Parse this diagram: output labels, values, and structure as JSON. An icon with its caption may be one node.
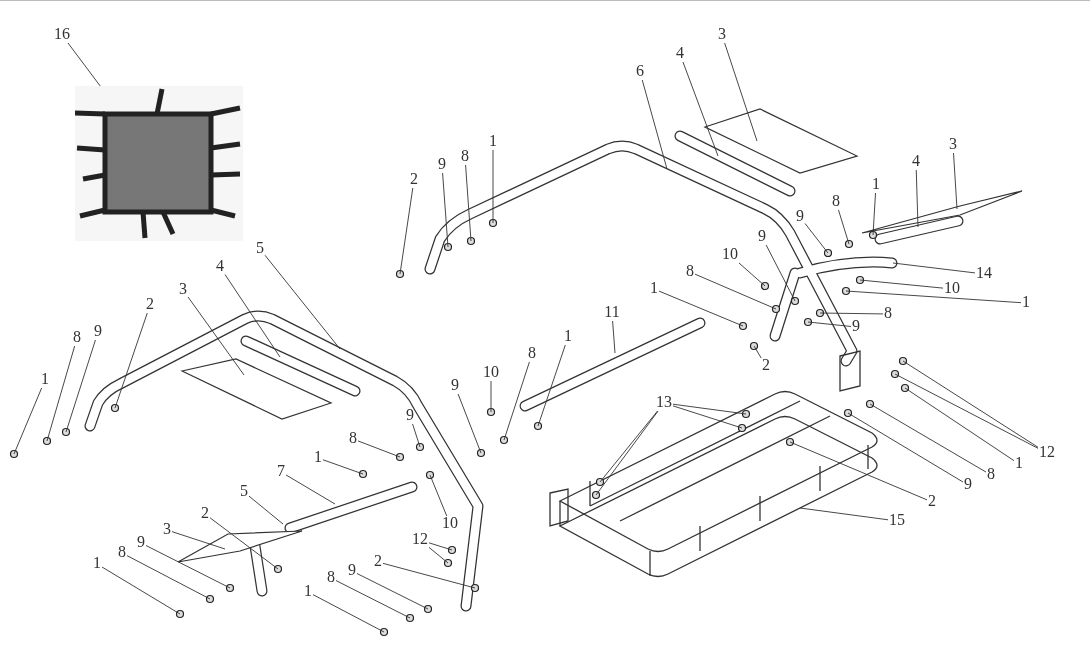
{
  "diagram": {
    "nodes": [
      {
        "text": [
          "16"
        ]
      },
      {
        "text": [],
        "shape": "picture"
      },
      {
        "text": [
          "2"
        ]
      },
      {
        "text": [
          "9"
        ]
      },
      {
        "text": [
          "8"
        ]
      },
      {
        "text": [
          "1"
        ]
      },
      {
        "text": [
          "6"
        ]
      },
      {
        "text": [
          "4"
        ]
      },
      {
        "text": [
          "3"
        ]
      },
      {
        "text": [
          "3"
        ]
      },
      {
        "text": [
          "4"
        ]
      },
      {
        "text": [
          "1"
        ]
      },
      {
        "text": [
          "8"
        ]
      },
      {
        "text": [
          "9"
        ]
      },
      {
        "text": [
          "14"
        ]
      },
      {
        "text": [
          "9"
        ]
      },
      {
        "text": [
          "10"
        ]
      },
      {
        "text": [
          "10"
        ]
      },
      {
        "text": [
          "1"
        ]
      },
      {
        "text": [
          "8"
        ]
      },
      {
        "text": [
          "8"
        ]
      },
      {
        "text": [
          "1"
        ]
      },
      {
        "text": [
          "9"
        ]
      },
      {
        "text": [
          "11"
        ]
      },
      {
        "text": [
          "2"
        ]
      },
      {
        "text": [
          "5"
        ]
      },
      {
        "text": [
          "4"
        ]
      },
      {
        "text": [
          "3"
        ]
      },
      {
        "text": [
          "2"
        ]
      },
      {
        "text": [
          "1"
        ]
      },
      {
        "text": [
          "8"
        ]
      },
      {
        "text": [
          "9"
        ]
      },
      {
        "text": [
          "10"
        ]
      },
      {
        "text": [
          "9"
        ]
      },
      {
        "text": [
          "8"
        ]
      },
      {
        "text": [
          "1"
        ]
      },
      {
        "text": [
          "9"
        ]
      },
      {
        "text": [
          "8"
        ]
      },
      {
        "text": [
          "1"
        ]
      },
      {
        "text": [
          "7"
        ]
      },
      {
        "text": [
          "10"
        ]
      },
      {
        "text": [
          "13"
        ]
      },
      {
        "text": [
          "12"
        ]
      },
      {
        "text": [
          "1"
        ]
      },
      {
        "text": [
          "8"
        ]
      },
      {
        "text": [
          "9"
        ]
      },
      {
        "text": [
          "2"
        ]
      },
      {
        "text": [
          "15"
        ]
      },
      {
        "text": [
          "5"
        ]
      },
      {
        "text": [
          "2"
        ]
      },
      {
        "text": [
          "3"
        ]
      },
      {
        "text": [
          "12"
        ]
      },
      {
        "text": [
          "2"
        ]
      },
      {
        "text": [
          "9"
        ]
      },
      {
        "text": [
          "8"
        ]
      },
      {
        "text": [
          "1"
        ]
      },
      {
        "text": [
          "9"
        ]
      },
      {
        "text": [
          "8"
        ]
      },
      {
        "text": [
          "1"
        ]
      }
    ],
    "edges": [
      {
        "from": 0,
        "to": 1,
        "arrow": "none"
      },
      {
        "from": 2,
        "to": null,
        "arrow": "none"
      },
      {
        "from": 3,
        "to": null,
        "arrow": "none"
      },
      {
        "from": 4,
        "to": null,
        "arrow": "none"
      },
      {
        "from": 5,
        "to": null,
        "arrow": "none"
      },
      {
        "from": 6,
        "to": null,
        "arrow": "none"
      },
      {
        "from": 7,
        "to": null,
        "arrow": "none"
      },
      {
        "from": 8,
        "to": null,
        "arrow": "none"
      },
      {
        "from": 9,
        "to": null,
        "arrow": "none"
      },
      {
        "from": 10,
        "to": null,
        "arrow": "none"
      },
      {
        "from": 11,
        "to": null,
        "arrow": "none"
      },
      {
        "from": 12,
        "to": null,
        "arrow": "none"
      },
      {
        "from": 13,
        "to": null,
        "arrow": "none"
      },
      {
        "from": 14,
        "to": null,
        "arrow": "none"
      },
      {
        "from": 15,
        "to": null,
        "arrow": "none"
      },
      {
        "from": 16,
        "to": null,
        "arrow": "none"
      },
      {
        "from": 17,
        "to": null,
        "arrow": "none"
      },
      {
        "from": 18,
        "to": null,
        "arrow": "none"
      },
      {
        "from": 19,
        "to": null,
        "arrow": "none"
      },
      {
        "from": 20,
        "to": null,
        "arrow": "none"
      },
      {
        "from": 21,
        "to": null,
        "arrow": "none"
      },
      {
        "from": 22,
        "to": null,
        "arrow": "none"
      },
      {
        "from": 23,
        "to": null,
        "arrow": "none"
      },
      {
        "from": 24,
        "to": null,
        "arrow": "none"
      },
      {
        "from": 25,
        "to": null,
        "arrow": "none"
      },
      {
        "from": 26,
        "to": null,
        "arrow": "none"
      },
      {
        "from": 27,
        "to": null,
        "arrow": "none"
      },
      {
        "from": 28,
        "to": null,
        "arrow": "none"
      },
      {
        "from": 29,
        "to": null,
        "arrow": "none"
      },
      {
        "from": 30,
        "to": null,
        "arrow": "none"
      },
      {
        "from": 31,
        "to": null,
        "arrow": "none"
      },
      {
        "from": 32,
        "to": null,
        "arrow": "none"
      },
      {
        "from": 33,
        "to": null,
        "arrow": "none"
      },
      {
        "from": 34,
        "to": null,
        "arrow": "none"
      },
      {
        "from": 35,
        "to": null,
        "arrow": "none"
      },
      {
        "from": 36,
        "to": null,
        "arrow": "none"
      },
      {
        "from": 37,
        "to": null,
        "arrow": "none"
      },
      {
        "from": 38,
        "to": null,
        "arrow": "none"
      },
      {
        "from": 39,
        "to": null,
        "arrow": "none"
      },
      {
        "from": 40,
        "to": null,
        "arrow": "none"
      },
      {
        "from": 41,
        "to": null,
        "arrow": "none"
      },
      {
        "from": 41,
        "to": null,
        "arrow": "none"
      },
      {
        "from": 41,
        "to": null,
        "arrow": "none"
      },
      {
        "from": 41,
        "to": null,
        "arrow": "none"
      },
      {
        "from": 42,
        "to": null,
        "arrow": "none"
      },
      {
        "from": 42,
        "to": null,
        "arrow": "none"
      },
      {
        "from": 43,
        "to": null,
        "arrow": "none"
      },
      {
        "from": 44,
        "to": null,
        "arrow": "none"
      },
      {
        "from": 45,
        "to": null,
        "arrow": "none"
      },
      {
        "from": 46,
        "to": null,
        "arrow": "none"
      },
      {
        "from": 47,
        "to": null,
        "arrow": "none"
      },
      {
        "from": 48,
        "to": null,
        "arrow": "none"
      },
      {
        "from": 49,
        "to": null,
        "arrow": "none"
      },
      {
        "from": 50,
        "to": null,
        "arrow": "none"
      },
      {
        "from": 51,
        "to": null,
        "arrow": "none"
      },
      {
        "from": 51,
        "to": null,
        "arrow": "none"
      },
      {
        "from": 52,
        "to": null,
        "arrow": "none"
      },
      {
        "from": 53,
        "to": null,
        "arrow": "none"
      },
      {
        "from": 54,
        "to": null,
        "arrow": "none"
      },
      {
        "from": 55,
        "to": null,
        "arrow": "none"
      },
      {
        "from": 56,
        "to": null,
        "arrow": "none"
      },
      {
        "from": 57,
        "to": null,
        "arrow": "none"
      },
      {
        "from": 58,
        "to": null,
        "arrow": "none"
      }
    ]
  }
}
